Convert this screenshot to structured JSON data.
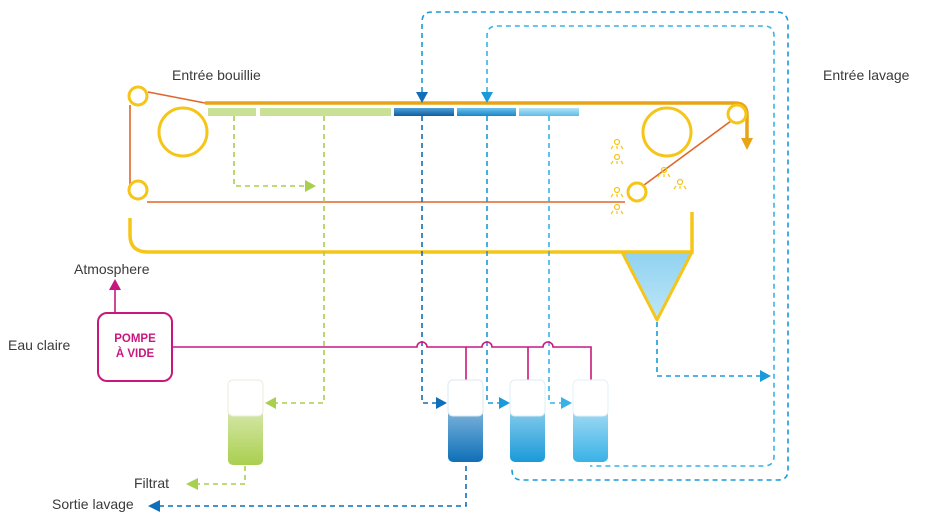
{
  "labels": {
    "entree_bouillie": "Entrée bouillie",
    "entree_lavage": "Entrée lavage",
    "atmosphere": "Atmosphere",
    "eau_claire": "Eau claire",
    "filtrat": "Filtrat",
    "sortie_lavage": "Sortie lavage"
  },
  "pump": {
    "line1": "POMPE",
    "line2": "À VIDE"
  },
  "colors": {
    "yellow": "#f5c518",
    "orange": "#e8a317",
    "red_orange": "#e0662a",
    "green": "#a9cf4f",
    "green_light": "#d7e8a8",
    "blue_dark": "#0f6fb8",
    "blue_mid": "#1a9ad8",
    "blue_light": "#6cc6ea",
    "magenta": "#c8187f"
  }
}
